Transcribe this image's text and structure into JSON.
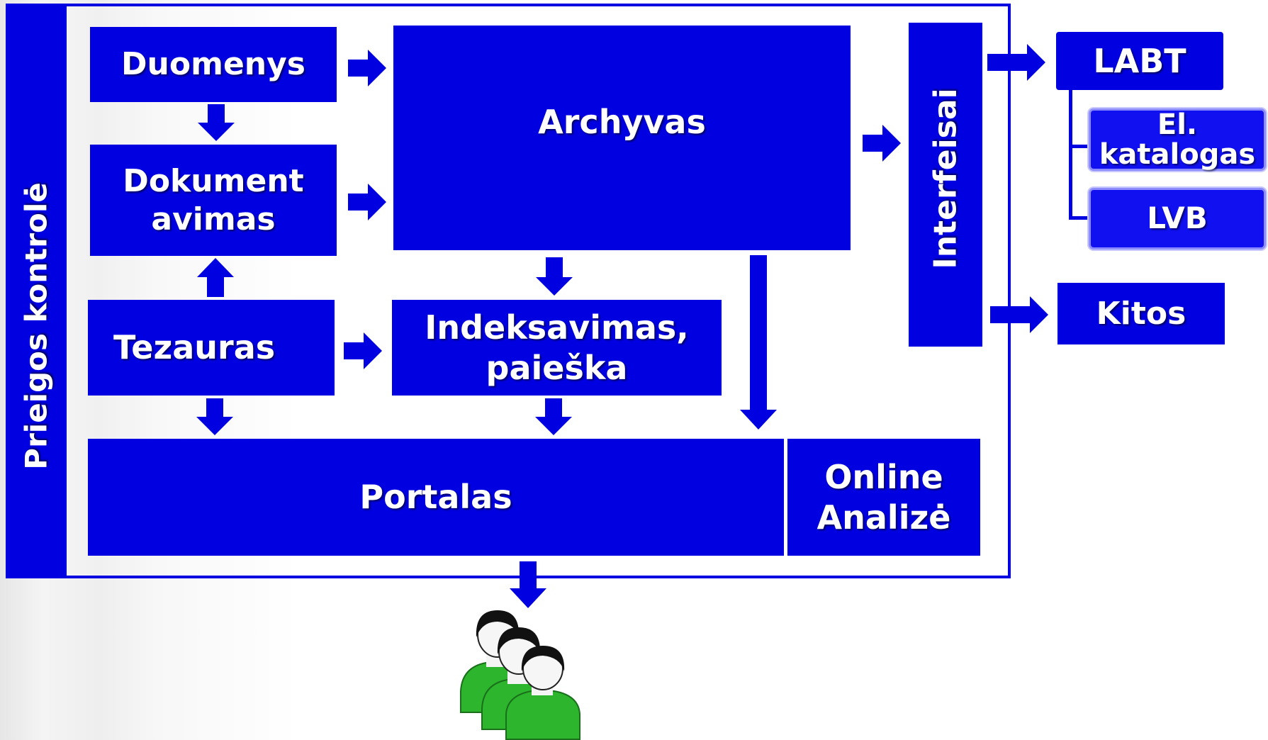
{
  "diagram": {
    "access_control": "Prieigos kontrolė",
    "data": "Duomenys",
    "documenting": "Dokument avimas",
    "archive": "Archyvas",
    "interfaces": "Interfeisai",
    "thesaurus": "Tezauras",
    "indexing": "Indeksavimas, paieška",
    "portal": "Portalas",
    "online_analysis": "Online Analizė",
    "labt": "LABT",
    "el_catalog": "El. katalogas",
    "lvb": "LVB",
    "other": "Kitos"
  },
  "icons": {
    "users": "users-group-icon",
    "arrow": "arrow-icon"
  },
  "colors": {
    "block": "#0000e1",
    "users_body": "#2db52d",
    "users_head": "#111111"
  }
}
